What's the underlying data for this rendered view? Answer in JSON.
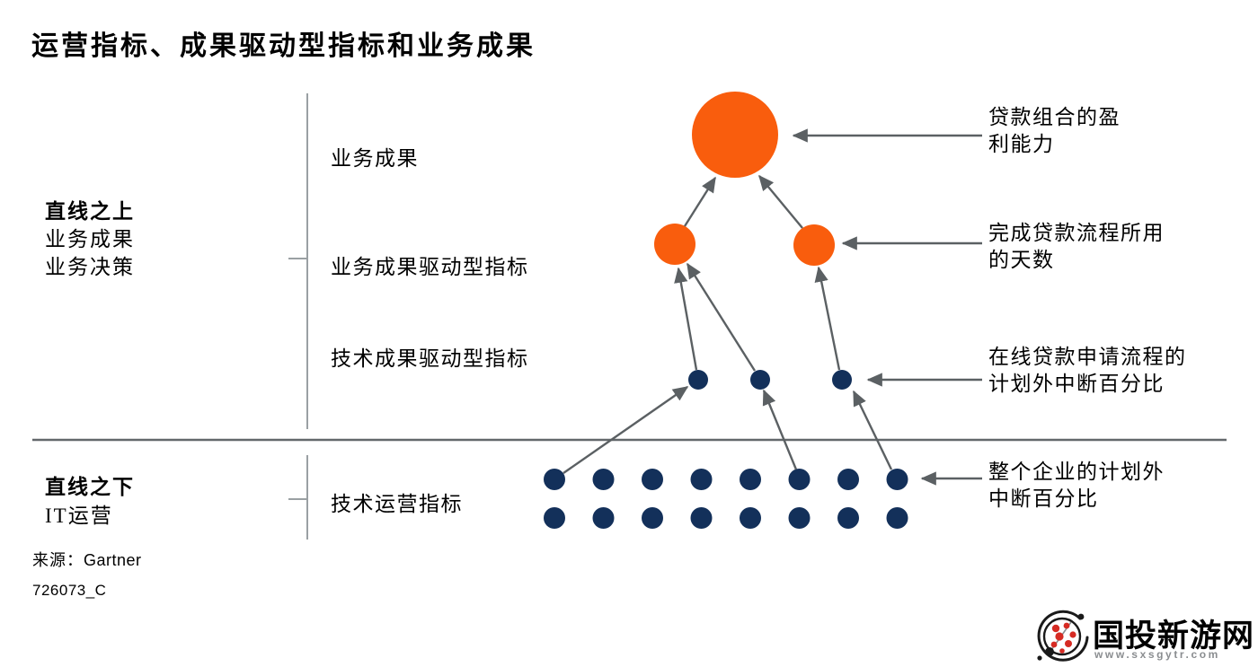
{
  "title": "运营指标、成果驱动型指标和业务成果",
  "left_panel": {
    "above": {
      "heading": "直线之上",
      "line1": "业务成果",
      "line2": "业务决策"
    },
    "below": {
      "heading": "直线之下",
      "line1": "IT运营"
    }
  },
  "levels": {
    "business_outcome": "业务成果",
    "business_driver": "业务成果驱动型指标",
    "tech_driver": "技术成果驱动型指标",
    "tech_ops": "技术运营指标"
  },
  "annotations": {
    "loan_profitability": {
      "line1": "贷款组合的盈",
      "line2": "利能力"
    },
    "loan_process_days": {
      "line1": "完成贷款流程所用",
      "line2": "的天数"
    },
    "online_loan_outage_pct": {
      "line1": "在线贷款申请流程的",
      "line2": "计划外中断百分比"
    },
    "enterprise_outage_pct": {
      "line1": "整个企业的计划外",
      "line2": "中断百分比"
    }
  },
  "source": {
    "prefix": "来源：",
    "name": "Gartner"
  },
  "document_id": "726073_C",
  "watermark": {
    "site_name": "国投新游网",
    "site_url": "www.sxsgytr.com"
  },
  "diagram": {
    "business_outcome_circles": 1,
    "business_driver_circles": 2,
    "tech_driver_circles": 3,
    "ops_dots": {
      "rows": 2,
      "cols": 8
    }
  },
  "colors": {
    "accent_orange": "#F95D0D",
    "metric_navy": "#13305A",
    "arrow_gray": "#5B6063",
    "divider_gray": "#63686B",
    "bracket_gray": "#9AA0A3",
    "text_black": "#000000",
    "watermark_red": "#D62B23",
    "watermark_url_gray": "#8A8D90"
  }
}
